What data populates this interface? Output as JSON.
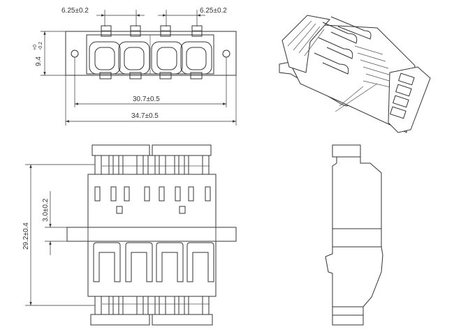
{
  "dimensions": {
    "pitch_left": "6.25±0.2",
    "pitch_right": "6.25±0.2",
    "height": "9.4",
    "height_tol_upper": "+0",
    "height_tol_lower": "-0.2",
    "hole_spacing": "30.7±0.5",
    "overall_width": "34.7±0.5",
    "overall_length": "29.2±0.4",
    "flange_offset": "3.0±0.2"
  },
  "colors": {
    "line": "#333333",
    "background": "#ffffff"
  }
}
